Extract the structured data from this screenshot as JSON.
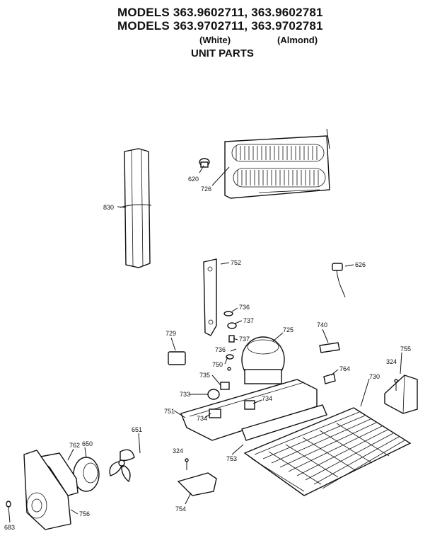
{
  "header": {
    "line1": "MODELS 363.9602711, 363.9602781",
    "line2": "MODELS 363.9702711, 363.9702781",
    "white": "(White)",
    "almond": "(Almond)",
    "section": "UNIT PARTS"
  },
  "callouts": {
    "p620": "620",
    "p726": "726",
    "p830": "830",
    "p752": "752",
    "p626": "626",
    "p736a": "736",
    "p737a": "737",
    "p729": "729",
    "p725": "725",
    "p740": "740",
    "p736b": "736",
    "p737b": "737",
    "p750": "750",
    "p755": "755",
    "p324a": "324",
    "p764": "764",
    "p735": "735",
    "p730": "730",
    "p733": "733",
    "p734a": "734",
    "p751": "751",
    "p734b": "734",
    "p651": "651",
    "p762": "762",
    "p650": "650",
    "p324b": "324",
    "p753": "753",
    "p756": "756",
    "p754": "754",
    "p683": "683"
  }
}
